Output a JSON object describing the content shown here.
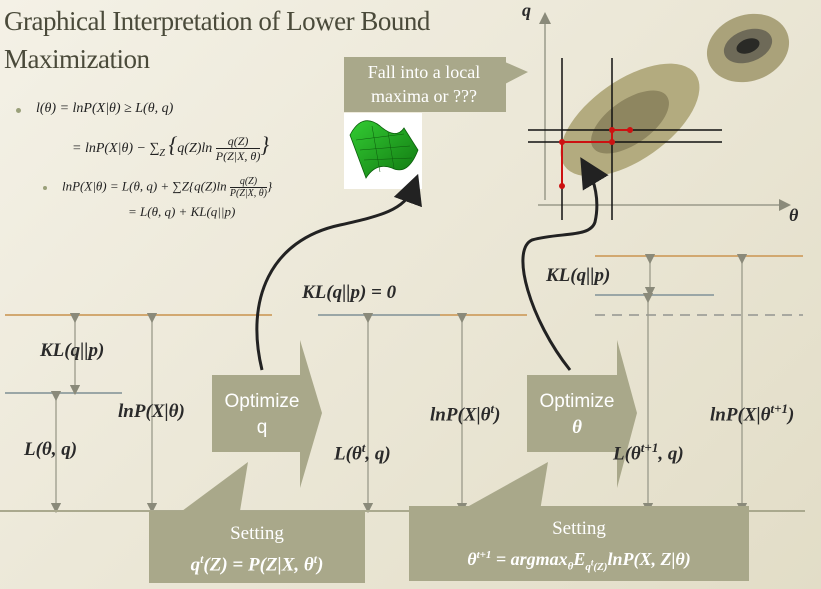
{
  "title_line1": "Graphical Interpretation of Lower Bound",
  "title_line2": "Maximization",
  "bullets": {
    "b1_line1": "l(θ) = lnP(X|θ) ≥ L(θ, q)",
    "b1_line2_left": "= lnP(X|θ) − ∑",
    "b1_line2_sub": "Z",
    "b1_line2_brace_open": "{",
    "b1_line2_q": "q(Z)ln",
    "b1_line2_num": "q(Z)",
    "b1_line2_den": "P(Z|X, θ)",
    "b1_line2_brace_close": "}",
    "b2_line1": "lnP(X|θ) = L(θ, q) + ∑Z{q(Z)ln",
    "b2_num": "q(Z)",
    "b2_den": "P(Z|X, θ)",
    "b2_close": "}",
    "b2_line2": "= L(θ, q) + KL(q||p)"
  },
  "callout_text": "Fall into a local maxima or ???",
  "axes": {
    "y": "q",
    "x": "θ"
  },
  "labels": {
    "kl1": "KL(q||p)",
    "lnp1": "lnP(X|θ)",
    "L1": "L(θ, q)",
    "kl_zero": "KL(q||p) = 0",
    "L2_pre": "L(θ",
    "L2_sup": "t",
    "L2_post": ", q)",
    "lnp2_pre": "lnP(X|θ",
    "lnp2_sup": "t",
    "lnp2_post": ")",
    "kl3": "KL(q||p)",
    "L3_pre": "L(θ",
    "L3_sup": "t+1",
    "L3_post": ", q)",
    "lnp3_pre": "lnP(X|θ",
    "lnp3_sup": "t+1",
    "lnp3_post": ")"
  },
  "optimize": {
    "q_line1": "Optimize",
    "q_line2": "q",
    "theta_line1": "Optimize",
    "theta_line2": "θ"
  },
  "setting": {
    "s1_title": "Setting",
    "s1_eq_pre": "q",
    "s1_eq_sup": "t",
    "s1_eq_post": "(Z) = P(Z|X, θ",
    "s1_eq_sup2": "t",
    "s1_eq_end": ")",
    "s2_title": "Setting",
    "s2_eq_pre": "θ",
    "s2_eq_sup": "t+1",
    "s2_eq_mid": " = argmax",
    "s2_eq_sub": "θ",
    "s2_eq_e": "E",
    "s2_eq_esub": "q",
    "s2_eq_esubsup": "t",
    "s2_eq_esub2": "(Z)",
    "s2_eq_end": "lnP(X, Z|θ)"
  },
  "colors": {
    "orange_line": "#d2a870",
    "gray_line": "#9aa6a6",
    "box": "#a9a88a",
    "red": "#cc1111"
  }
}
